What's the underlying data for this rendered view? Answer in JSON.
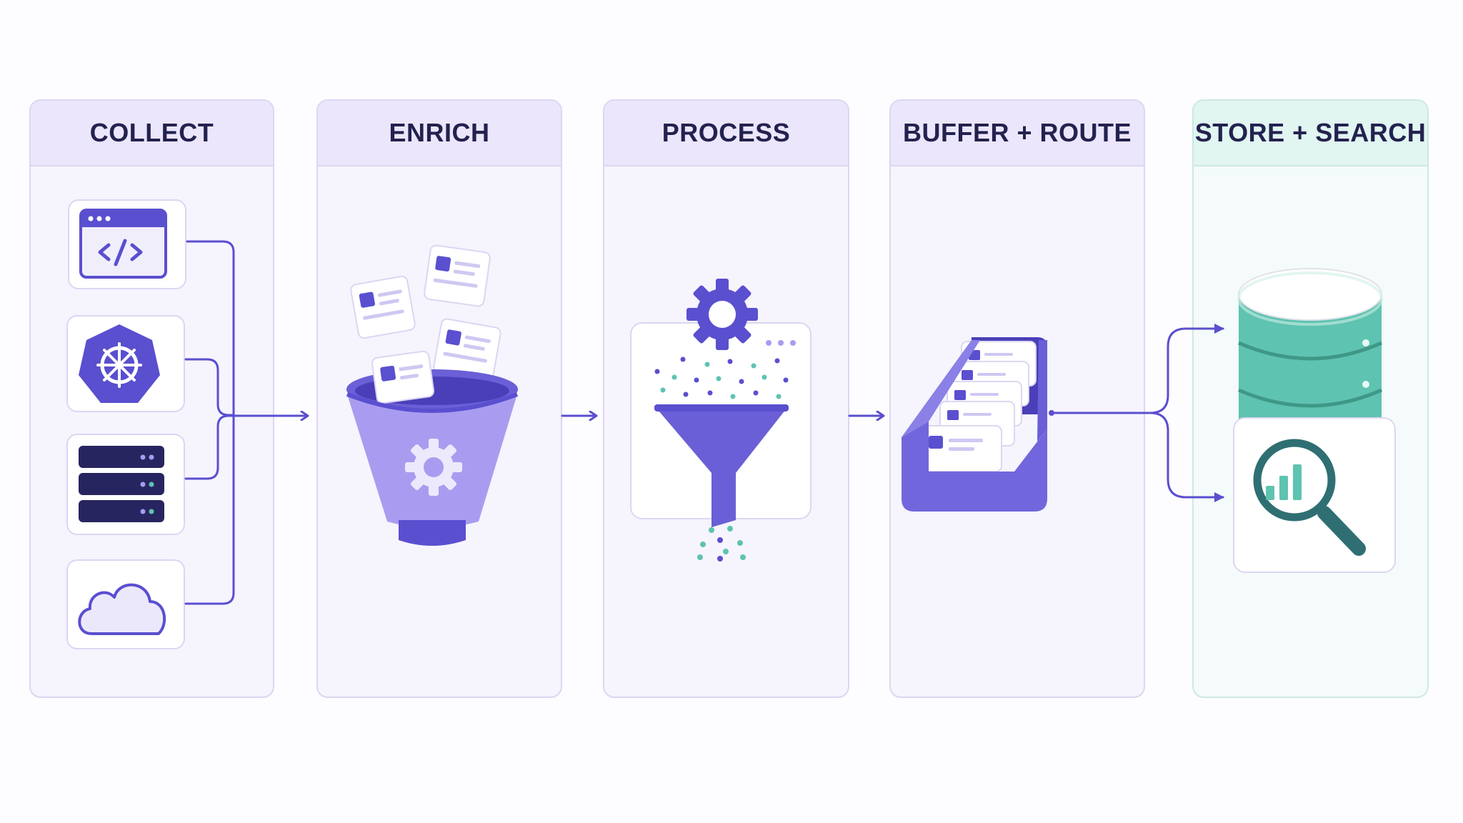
{
  "stages": [
    {
      "title": "COLLECT"
    },
    {
      "title": "ENRICH"
    },
    {
      "title": "PROCESS"
    },
    {
      "title": "BUFFER + ROUTE"
    },
    {
      "title": "STORE + SEARCH"
    }
  ],
  "sources": [
    {
      "icon": "browser-code-icon"
    },
    {
      "icon": "kubernetes-icon"
    },
    {
      "icon": "server-rack-icon"
    },
    {
      "icon": "cloud-icon"
    }
  ],
  "colors": {
    "accent": "#5a4fcf",
    "accent_light": "#a99cf0",
    "teal": "#5ec3b0",
    "teal_dark": "#2f6f73",
    "header_bg": "#ebe6fb",
    "panel_bg": "#f6f4fd",
    "title_text": "#23224f"
  }
}
